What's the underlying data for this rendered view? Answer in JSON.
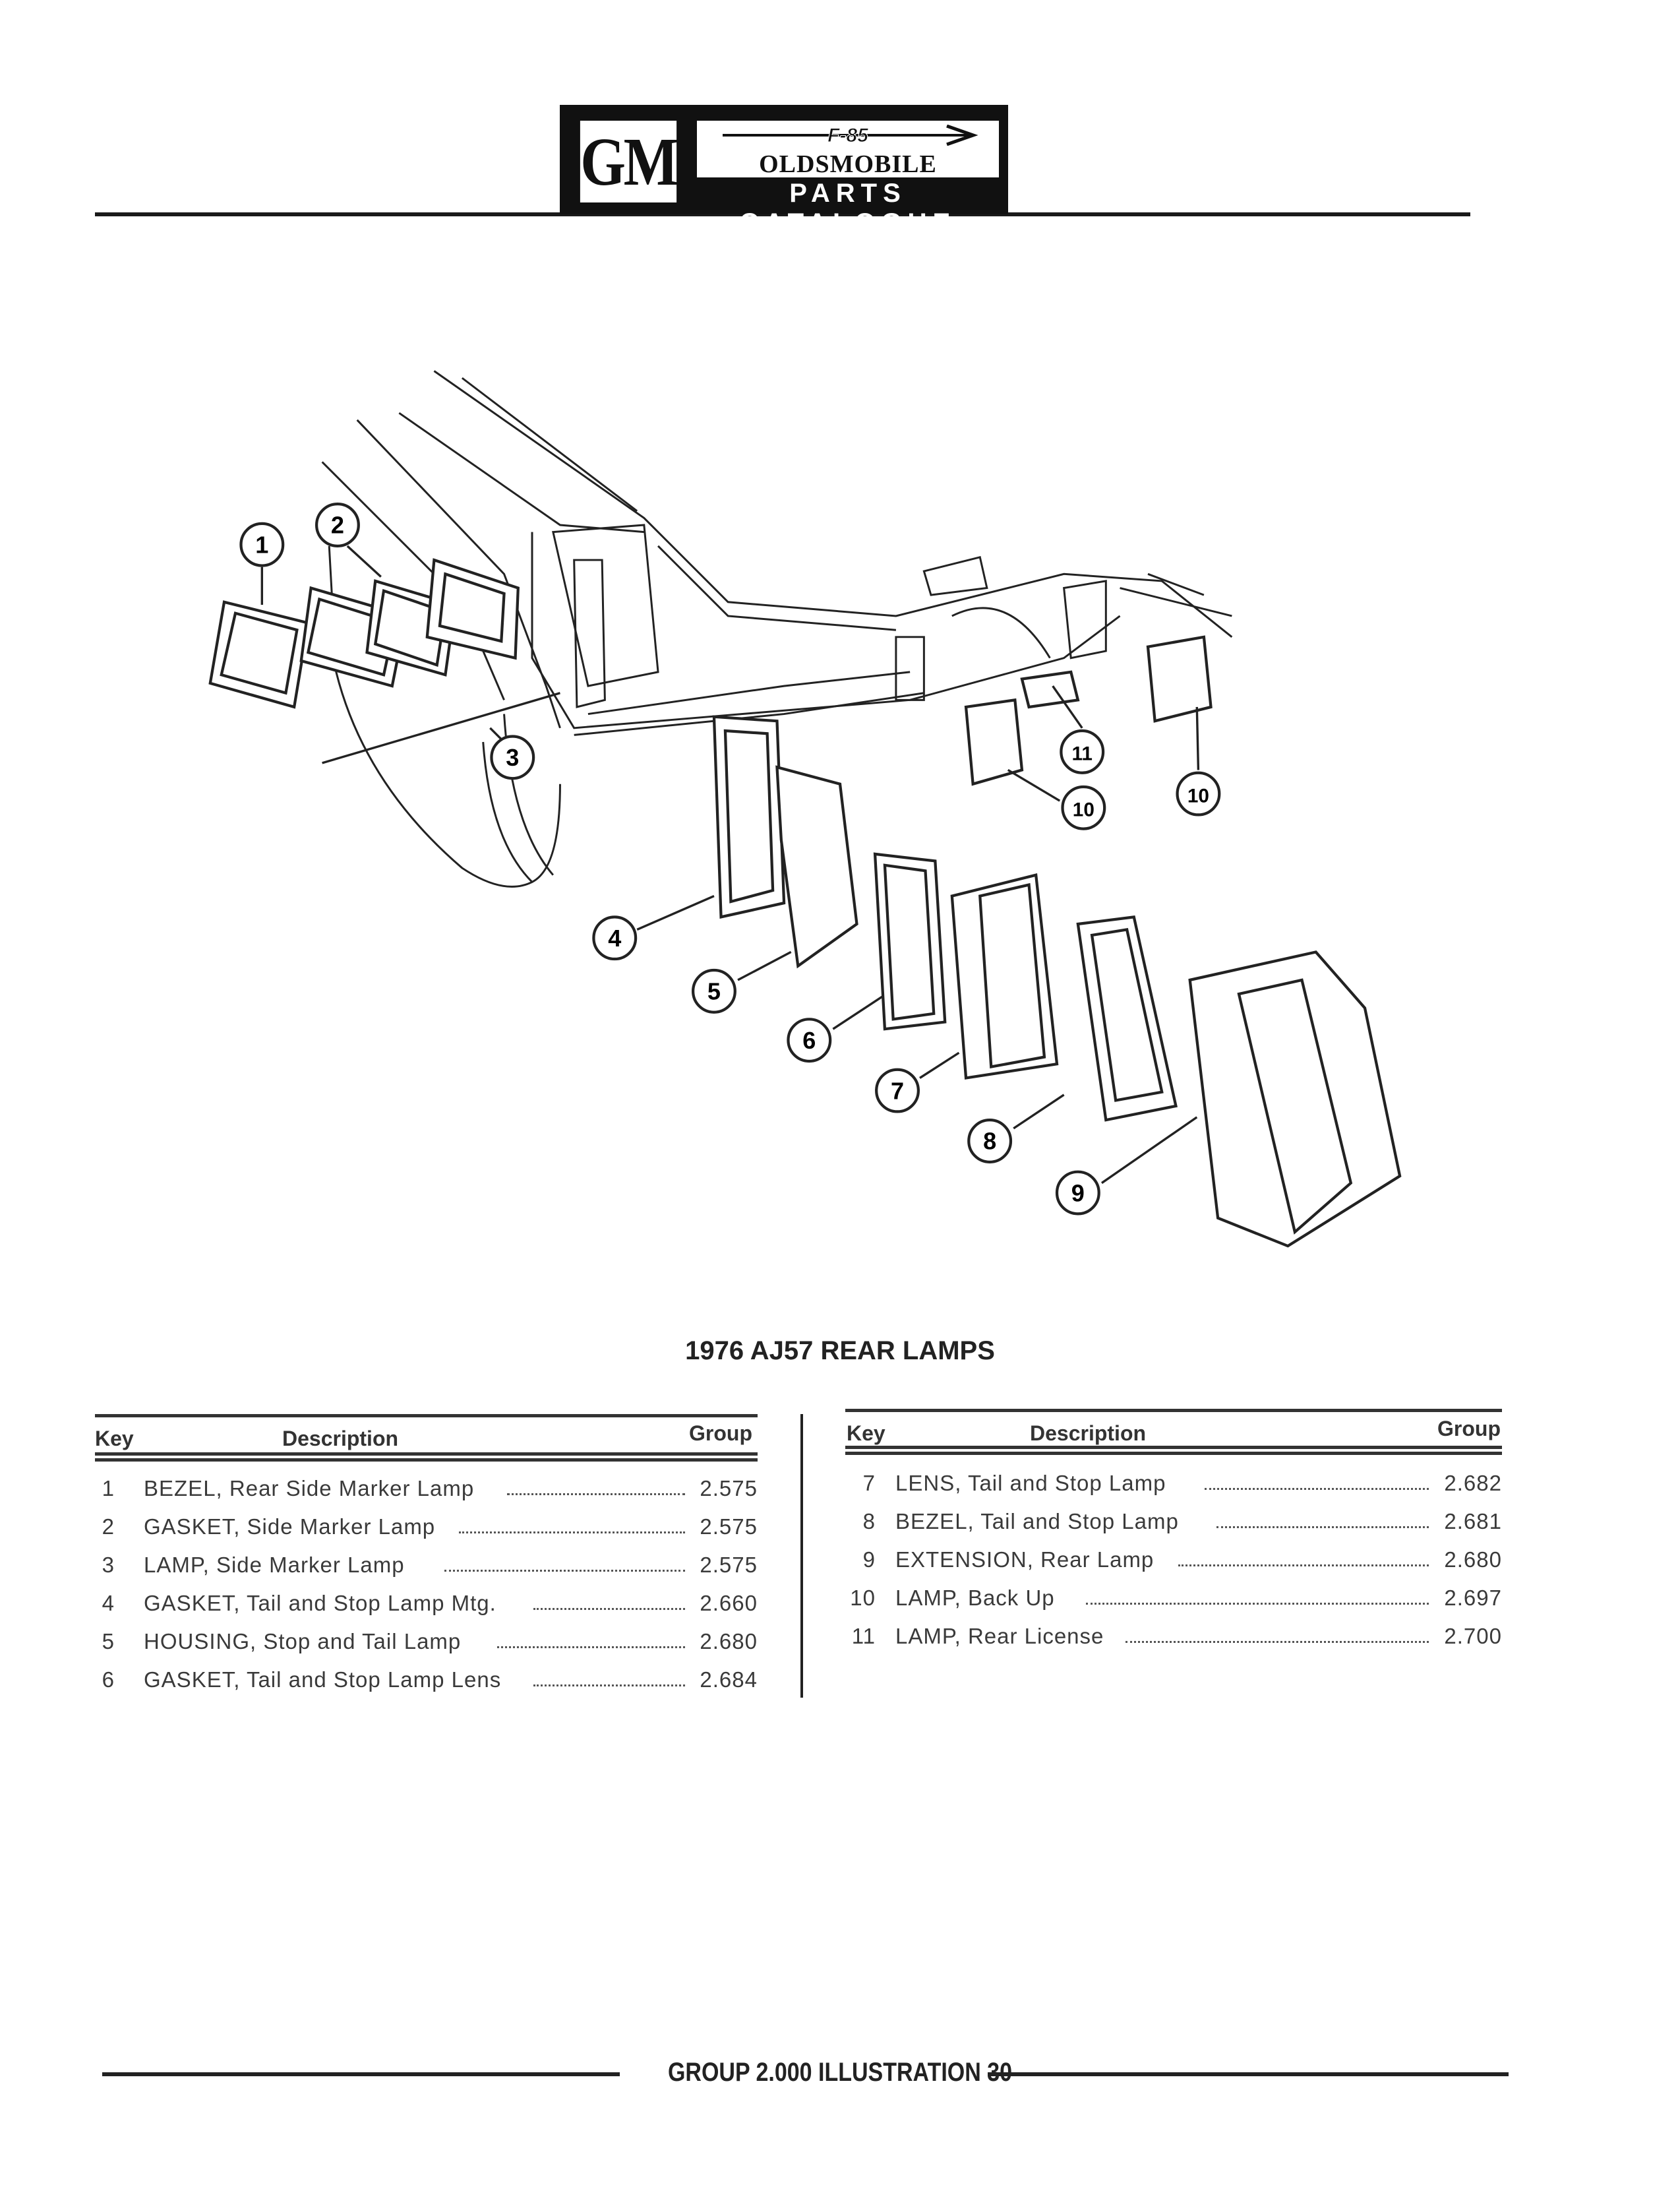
{
  "header": {
    "logo_gm": "GM",
    "logo_f85": "F-85",
    "logo_brand": "OLDSMOBILE",
    "logo_subtitle": "PARTS CATALOGUE"
  },
  "diagram": {
    "callouts": [
      "1",
      "2",
      "3",
      "4",
      "5",
      "6",
      "7",
      "8",
      "9",
      "10",
      "10",
      "11"
    ]
  },
  "title": "1976 AJ57 REAR LAMPS",
  "table_left": {
    "headers": {
      "key": "Key",
      "description": "Description",
      "group": "Group"
    },
    "rows": [
      {
        "key": "1",
        "description": "BEZEL, Rear Side Marker Lamp",
        "group": "2.575"
      },
      {
        "key": "2",
        "description": "GASKET, Side Marker Lamp",
        "group": "2.575"
      },
      {
        "key": "3",
        "description": "LAMP, Side Marker Lamp",
        "group": "2.575"
      },
      {
        "key": "4",
        "description": "GASKET, Tail and Stop Lamp Mtg.",
        "group": "2.660"
      },
      {
        "key": "5",
        "description": "HOUSING, Stop and Tail Lamp",
        "group": "2.680"
      },
      {
        "key": "6",
        "description": "GASKET, Tail and Stop Lamp Lens",
        "group": "2.684"
      }
    ]
  },
  "table_right": {
    "headers": {
      "key": "Key",
      "description": "Description",
      "group": "Group"
    },
    "rows": [
      {
        "key": "7",
        "description": "LENS, Tail and Stop Lamp",
        "group": "2.682"
      },
      {
        "key": "8",
        "description": "BEZEL, Tail and Stop Lamp",
        "group": "2.681"
      },
      {
        "key": "9",
        "description": "EXTENSION, Rear Lamp",
        "group": "2.680"
      },
      {
        "key": "10",
        "description": "LAMP, Back Up",
        "group": "2.697"
      },
      {
        "key": "11",
        "description": "LAMP, Rear License",
        "group": "2.700"
      }
    ]
  },
  "footer": "GROUP 2.000 ILLUSTRATION 30"
}
